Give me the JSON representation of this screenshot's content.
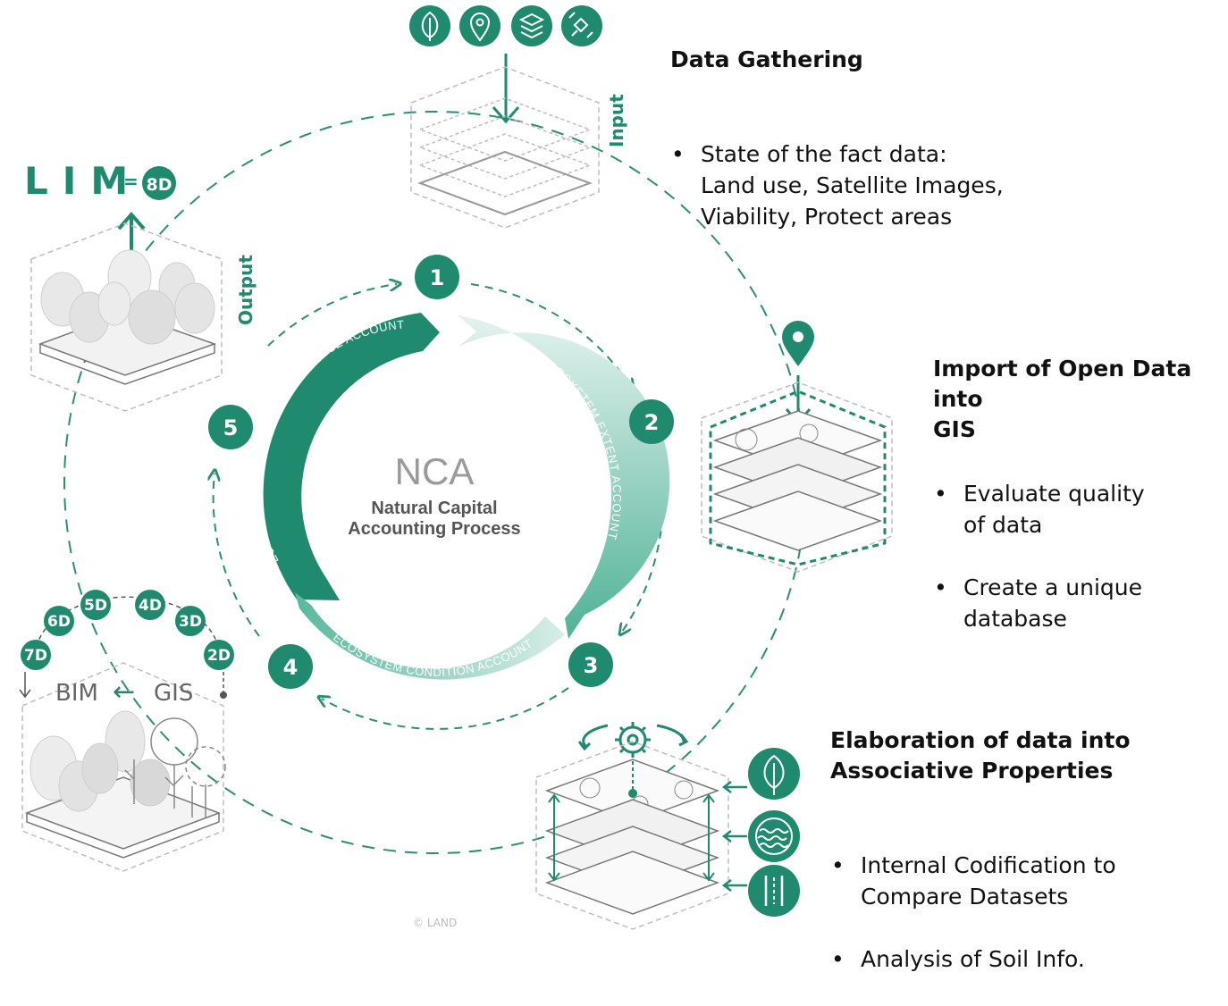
{
  "center": {
    "title": "NCA",
    "subtitle_line1": "Natural Capital",
    "subtitle_line2": "Accounting Process"
  },
  "cycle_steps": [
    "1",
    "2",
    "3",
    "4",
    "5"
  ],
  "arc_labels": {
    "top_left": "ECOSYSTEM SERVICES SUPPLY AND USE ACCOUNT",
    "right": "ECOSYSTEM EXTENT ACCOUNT",
    "bottom": "ECOSYSTEM CONDITION ACCOUNT"
  },
  "stage_labels": {
    "input": "Input",
    "output": "Output"
  },
  "lim": {
    "text": "LIM",
    "equals": "=",
    "badge": "8D"
  },
  "dimensions": [
    "7D",
    "6D",
    "5D",
    "4D",
    "3D",
    "2D"
  ],
  "bim_gis": {
    "bim": "BIM",
    "arrow": "←",
    "gis": "GIS"
  },
  "sections": {
    "data_gathering": {
      "heading": "Data Gathering",
      "bullets": [
        "State of the fact data:\nLand use, Satellite Images,\nViability, Protect areas"
      ]
    },
    "import": {
      "heading": "Import of Open Data into\nGIS",
      "bullets": [
        "Evaluate quality\nof data",
        "Create a unique\ndatabase"
      ]
    },
    "elaboration": {
      "heading": "Elaboration of data into\nAssociative Properties",
      "bullets": [
        "Internal Codification to\nCompare Datasets",
        "Analysis of Soil Info."
      ]
    }
  },
  "input_icons": [
    "leaf-icon",
    "location-pin-icon",
    "layers-icon",
    "satellite-icon"
  ],
  "property_icons": [
    "leaf-icon",
    "water-icon",
    "road-icon"
  ],
  "copyright": "© LAND",
  "colors": {
    "accent": "#1f8a6e",
    "accent_light": "#a7d8cb",
    "dashed": "#2a8f73",
    "gray_line": "#c8c8c8"
  }
}
